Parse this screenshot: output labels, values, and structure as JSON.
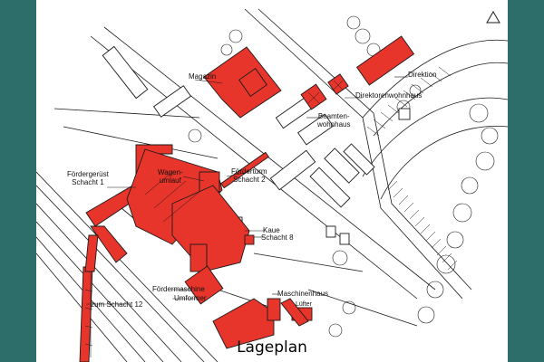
{
  "caption": "Lageplan",
  "labels": {
    "magazin": "Magazin",
    "direktion": "Direktion",
    "direktorenwohnhaus": "Direktorenwohnhaus",
    "beamtenwohnhaus_1": "Beamten-",
    "beamtenwohnhaus_2": "wohnhaus",
    "foerdergeruest_1": "Fördergerüst",
    "foerdergeruest_2": "Schacht 1",
    "wagenumlauf_1": "Wagen-",
    "wagenumlauf_2": "umlauf",
    "foerderturm_1": "Förderturm",
    "foerderturm_2": "Schacht 2",
    "kaue": "Kaue",
    "schacht8": "Schacht 8",
    "foerdermaschine": "Fördermaschine",
    "umformer": "Umformer",
    "zum_schacht12": "zum Schacht 12",
    "maschinenhaus": "Maschinenhaus",
    "luefter": "Lüfter"
  },
  "colors": {
    "frame_bg": "#2e6e6a",
    "building_fill": "#e8352b",
    "line": "#1a1a1a"
  },
  "icons": {
    "north_marker": "triangle-north-icon"
  }
}
